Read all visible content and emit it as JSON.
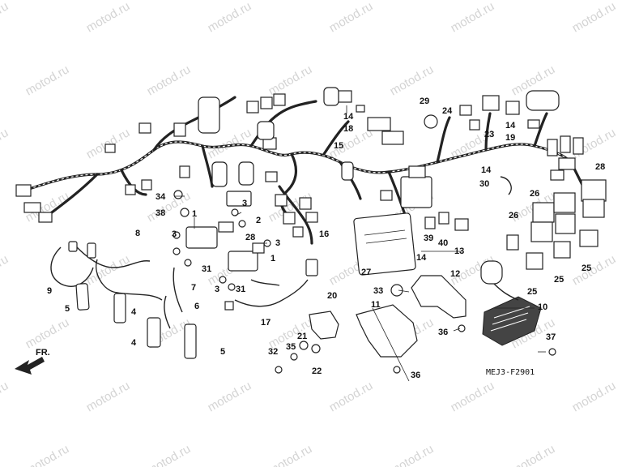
{
  "watermark": "motod.ru",
  "diagram_code": "MEJ3-F2901",
  "direction_label": "FR.",
  "callouts": {
    "c1a": "1",
    "c1b": "1",
    "c2": "2",
    "c3a": "3",
    "c3b": "3",
    "c3c": "3",
    "c3d": "3",
    "c4a": "4",
    "c4b": "4",
    "c5a": "5",
    "c5b": "5",
    "c6": "6",
    "c7": "7",
    "c8": "8",
    "c9": "9",
    "c10": "10",
    "c11": "11",
    "c12": "12",
    "c13": "13",
    "c14a": "14",
    "c14b": "14",
    "c14c": "14",
    "c14d": "14",
    "c15": "15",
    "c16": "16",
    "c17": "17",
    "c18": "18",
    "c19": "19",
    "c20": "20",
    "c21": "21",
    "c22": "22",
    "c23": "23",
    "c24": "24",
    "c25a": "25",
    "c25b": "25",
    "c25c": "25",
    "c26a": "26",
    "c26b": "26",
    "c27": "27",
    "c28a": "28",
    "c28b": "28",
    "c29": "29",
    "c30": "30",
    "c31a": "31",
    "c31b": "31",
    "c32": "32",
    "c33": "33",
    "c34": "34",
    "c35": "35",
    "c36a": "36",
    "c36b": "36",
    "c37": "37",
    "c38": "38",
    "c39": "39",
    "c40": "40"
  }
}
